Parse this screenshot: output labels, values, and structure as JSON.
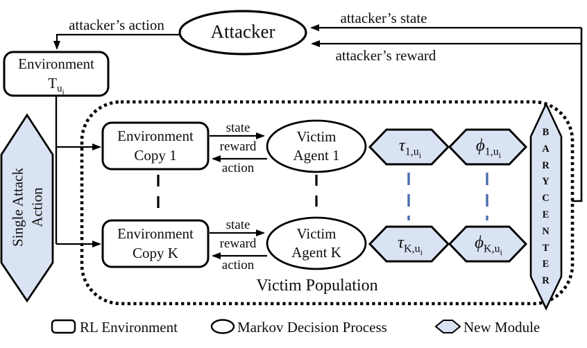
{
  "diagram": {
    "attacker": {
      "label": "Attacker"
    },
    "flows": {
      "attackers_action": "attacker’s action",
      "attackers_state": "attacker’s state",
      "attackers_reward": "attacker’s reward",
      "state": "state",
      "reward": "reward",
      "action": "action"
    },
    "environment_box": {
      "line1": "Environment",
      "base": "T",
      "sub": "u",
      "subsub": "i"
    },
    "single_attack": {
      "line1": "Single Attack",
      "line2": "Action"
    },
    "env_copy_1": {
      "line1": "Environment",
      "line2": "Copy 1"
    },
    "env_copy_k": {
      "line1": "Environment",
      "line2": "Copy K"
    },
    "victim_agent_1": {
      "line1": "Victim",
      "line2": "Agent 1"
    },
    "victim_agent_k": {
      "line1": "Victim",
      "line2": "Agent K"
    },
    "tau_1": {
      "base": "τ",
      "sub": "1,u",
      "subsub": "i"
    },
    "phi_1": {
      "base": "ϕ",
      "sub": "1,u",
      "subsub": "i"
    },
    "tau_k": {
      "base": "τ",
      "sub": "K,u",
      "subsub": "i"
    },
    "phi_k": {
      "base": "ϕ",
      "sub": "K,u",
      "subsub": "i"
    },
    "barycenter": {
      "label": "BARYCENTER"
    },
    "population_label": "Victim Population"
  },
  "legend": {
    "rl_environment": "RL Environment",
    "mdp": "Markov Decision Process",
    "new_module": "New Module"
  },
  "colors": {
    "module_fill": "#dae3f3",
    "blue_dash": "#4a6fae",
    "stroke": "#000000"
  }
}
